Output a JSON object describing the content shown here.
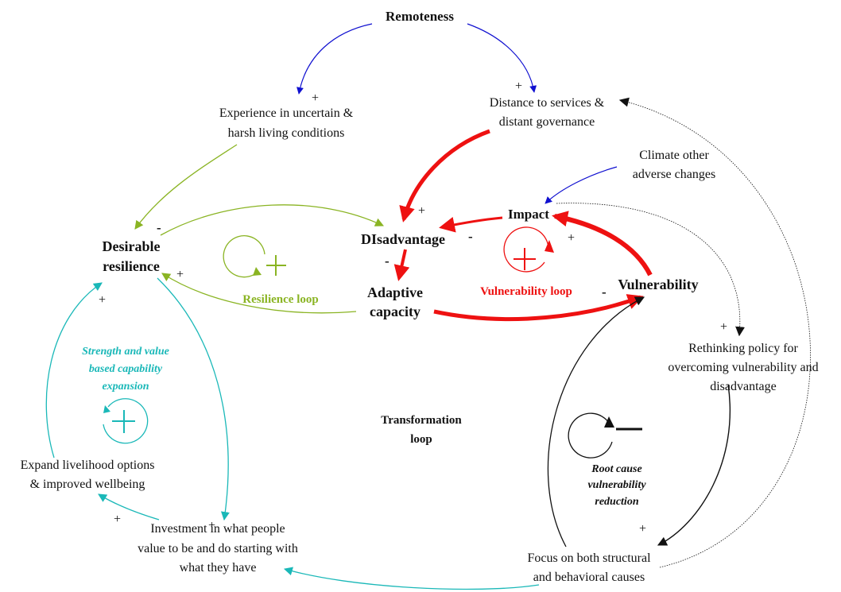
{
  "colors": {
    "blue": "#1010d0",
    "green": "#8ab423",
    "red": "#ee1111",
    "teal": "#1ab8b8",
    "black": "#111111"
  },
  "nodes": {
    "remoteness": "Remoteness",
    "experience_l1": "Experience in uncertain &",
    "experience_l2": "harsh living conditions",
    "distance_l1": "Distance to services &",
    "distance_l2": "distant governance",
    "climate_l1": "Climate other",
    "climate_l2": "adverse changes",
    "impact": "Impact",
    "disadvantage": "DIsadvantage",
    "desirable_l1": "Desirable",
    "desirable_l2": "resilience",
    "adaptive_l1": "Adaptive",
    "adaptive_l2": "capacity",
    "vulnerability": "Vulnerability",
    "rethinking_l1": "Rethinking policy for",
    "rethinking_l2": "overcoming vulnerability and",
    "rethinking_l3": "disadvantage",
    "expand_l1": "Expand livelihood options",
    "expand_l2": "& improved wellbeing",
    "investment_l1": "Investment in what people",
    "investment_l2": "value to be and do starting with",
    "investment_l3": "what they have",
    "focus_l1": "Focus on both structural",
    "focus_l2": "and behavioral causes"
  },
  "loops": {
    "resilience": "Resilience loop",
    "vulnerability": "Vulnerability loop",
    "strength_l1": "Strength and value",
    "strength_l2": "based capability",
    "strength_l3": "expansion",
    "transformation_l1": "Transformation",
    "transformation_l2": "loop",
    "root_l1": "Root cause",
    "root_l2": "vulnerability",
    "root_l3": "reduction"
  },
  "polarity": {
    "plus": "+",
    "minus": "-"
  }
}
